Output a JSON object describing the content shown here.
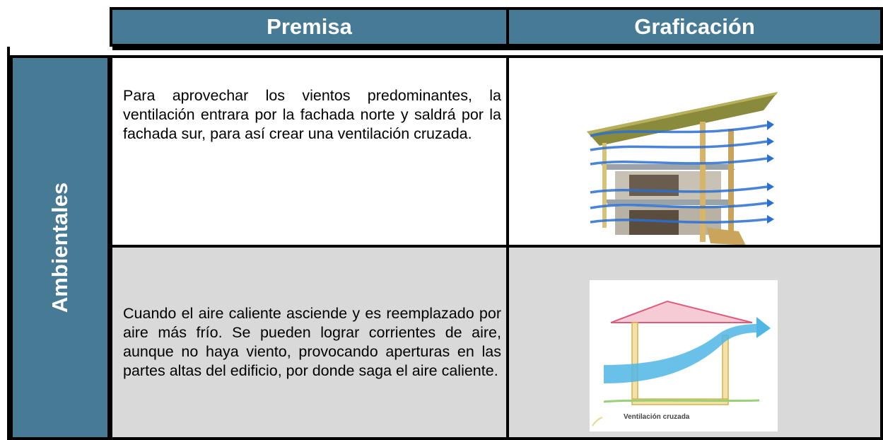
{
  "table": {
    "headers": {
      "premisa": "Premisa",
      "graficacion": "Graficación"
    },
    "category": "Ambientales",
    "rows": [
      {
        "premisa": "Para aprovechar los vientos predominantes, la ventilación entrara por la fachada norte y saldrá por la fachada sur, para así crear una ventilación cruzada.",
        "image": "cross-ventilation-building-section"
      },
      {
        "premisa": "Cuando el aire caliente asciende y es reemplazado por aire más frío. Se pueden lograr corrientes de aire, aunque no haya viento, provocando aperturas en las partes altas del edificio, por donde saga el aire caliente.",
        "image": "ventilacion-cruzada-diagram",
        "image_caption": "Ventilación cruzada"
      }
    ]
  },
  "colors": {
    "header_bg": "#477a94",
    "row2_bg": "#d9d9d9"
  }
}
